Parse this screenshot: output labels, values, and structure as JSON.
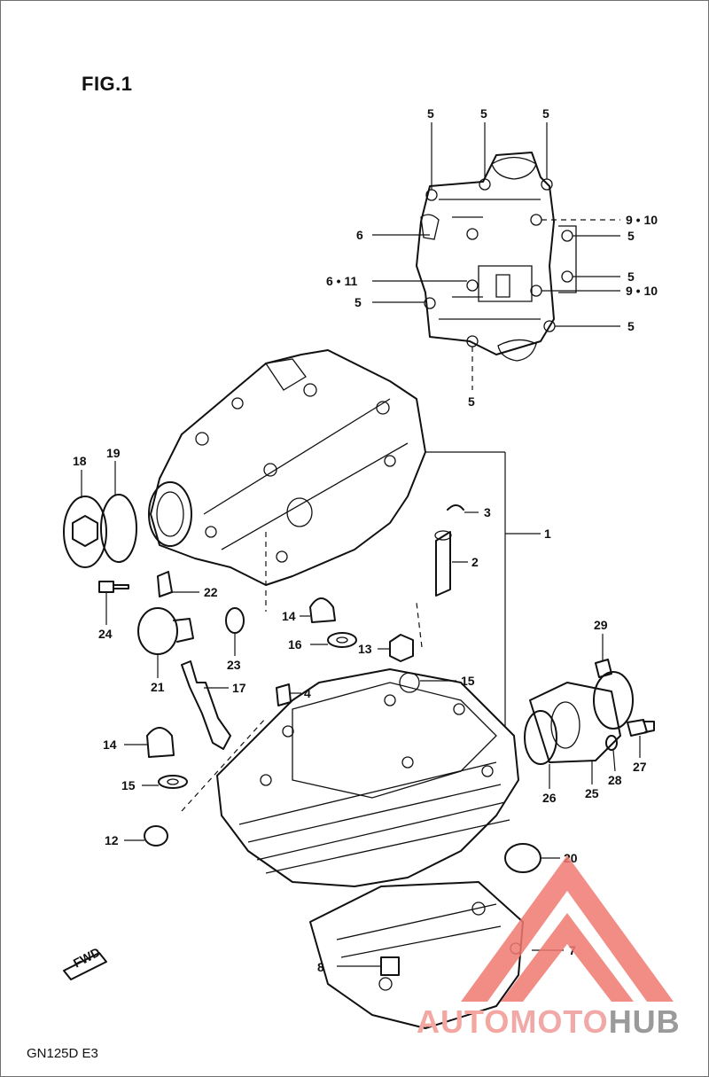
{
  "figure_title": "FIG.1",
  "model_code": "GN125D  E3",
  "watermark": {
    "part1": "AUTO",
    "part2": "MOTO",
    "part3": "HUB",
    "color_logo": "#f07a72",
    "color_text": "#9a9a9a"
  },
  "callouts": [
    {
      "id": "c1",
      "text": "1"
    },
    {
      "id": "c2",
      "text": "2"
    },
    {
      "id": "c3",
      "text": "3"
    },
    {
      "id": "c4",
      "text": "4"
    },
    {
      "id": "c5a",
      "text": "5"
    },
    {
      "id": "c5b",
      "text": "5"
    },
    {
      "id": "c5c",
      "text": "5"
    },
    {
      "id": "c5d",
      "text": "5"
    },
    {
      "id": "c5e",
      "text": "5"
    },
    {
      "id": "c5f",
      "text": "5"
    },
    {
      "id": "c5g",
      "text": "5"
    },
    {
      "id": "c5h",
      "text": "5"
    },
    {
      "id": "c6",
      "text": "6"
    },
    {
      "id": "c611",
      "text": "6 • 11"
    },
    {
      "id": "c7",
      "text": "7"
    },
    {
      "id": "c8",
      "text": "8"
    },
    {
      "id": "c910a",
      "text": "9 • 10"
    },
    {
      "id": "c910b",
      "text": "9 • 10"
    },
    {
      "id": "c12",
      "text": "12"
    },
    {
      "id": "c13",
      "text": "13"
    },
    {
      "id": "c14a",
      "text": "14"
    },
    {
      "id": "c14b",
      "text": "14"
    },
    {
      "id": "c15a",
      "text": "15"
    },
    {
      "id": "c15b",
      "text": "15"
    },
    {
      "id": "c16",
      "text": "16"
    },
    {
      "id": "c17",
      "text": "17"
    },
    {
      "id": "c18",
      "text": "18"
    },
    {
      "id": "c19",
      "text": "19"
    },
    {
      "id": "c20",
      "text": "20"
    },
    {
      "id": "c21",
      "text": "21"
    },
    {
      "id": "c22",
      "text": "22"
    },
    {
      "id": "c23",
      "text": "23"
    },
    {
      "id": "c24",
      "text": "24"
    },
    {
      "id": "c25",
      "text": "25"
    },
    {
      "id": "c26",
      "text": "26"
    },
    {
      "id": "c27",
      "text": "27"
    },
    {
      "id": "c28",
      "text": "28"
    },
    {
      "id": "c29",
      "text": "29"
    }
  ],
  "fwd_label": "FWD"
}
